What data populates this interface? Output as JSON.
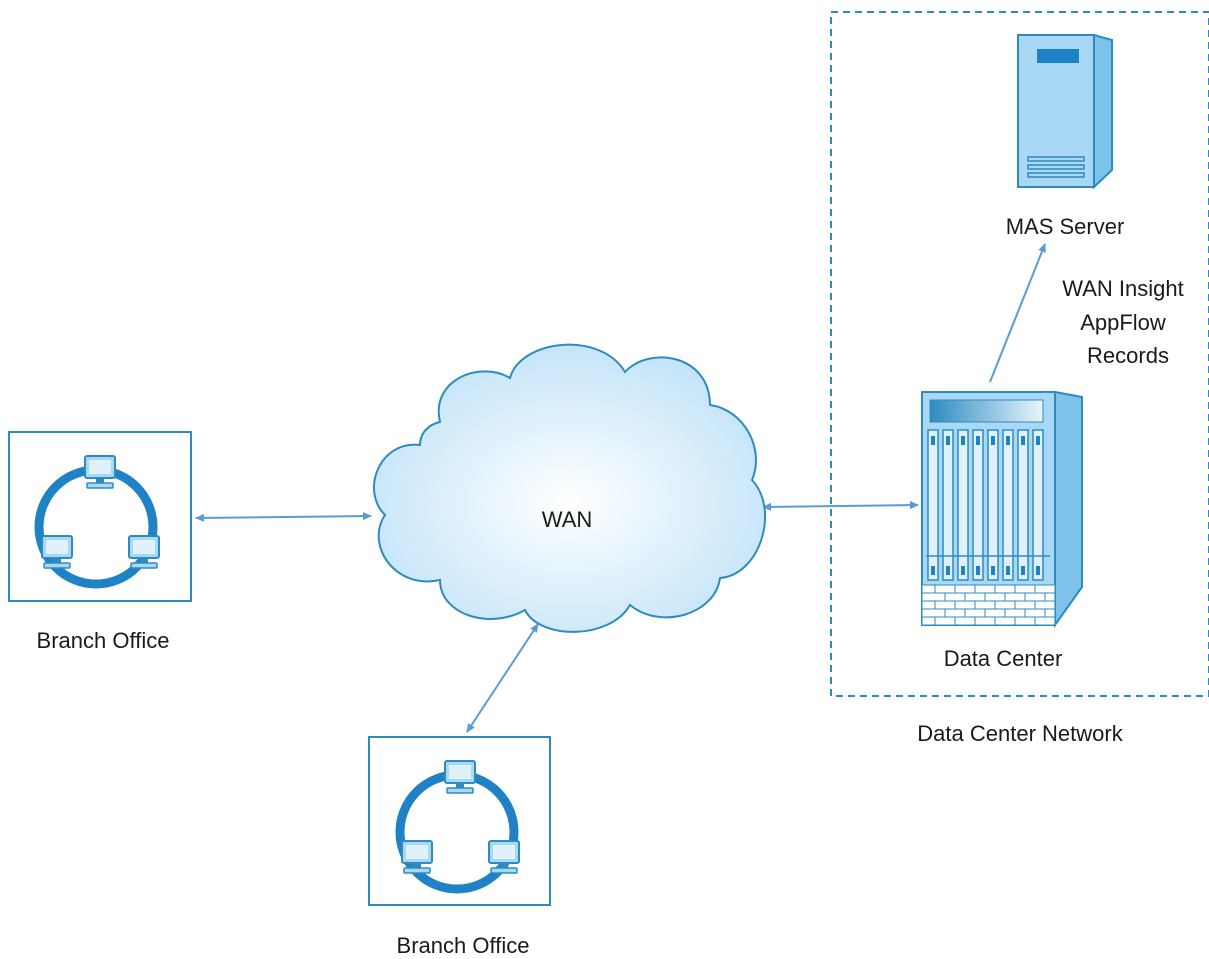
{
  "diagram": {
    "wan_label": "WAN",
    "branch_office_left_label": "Branch Office",
    "branch_office_bottom_label": "Branch Office",
    "mas_server_label": "MAS Server",
    "data_center_label": "Data Center",
    "data_center_network_label": "Data Center Network",
    "appflow_label_line1": "WAN Insight",
    "appflow_label_line2": "AppFlow",
    "appflow_label_line3": "Records"
  },
  "colors": {
    "line": "#5b9bd5",
    "box_border": "#2e8bc0",
    "device_fill": "#a8d8f4",
    "device_stroke": "#2e8bc0",
    "cloud_fill": "#d9eefb",
    "dashed_border": "#2e8bc0"
  }
}
